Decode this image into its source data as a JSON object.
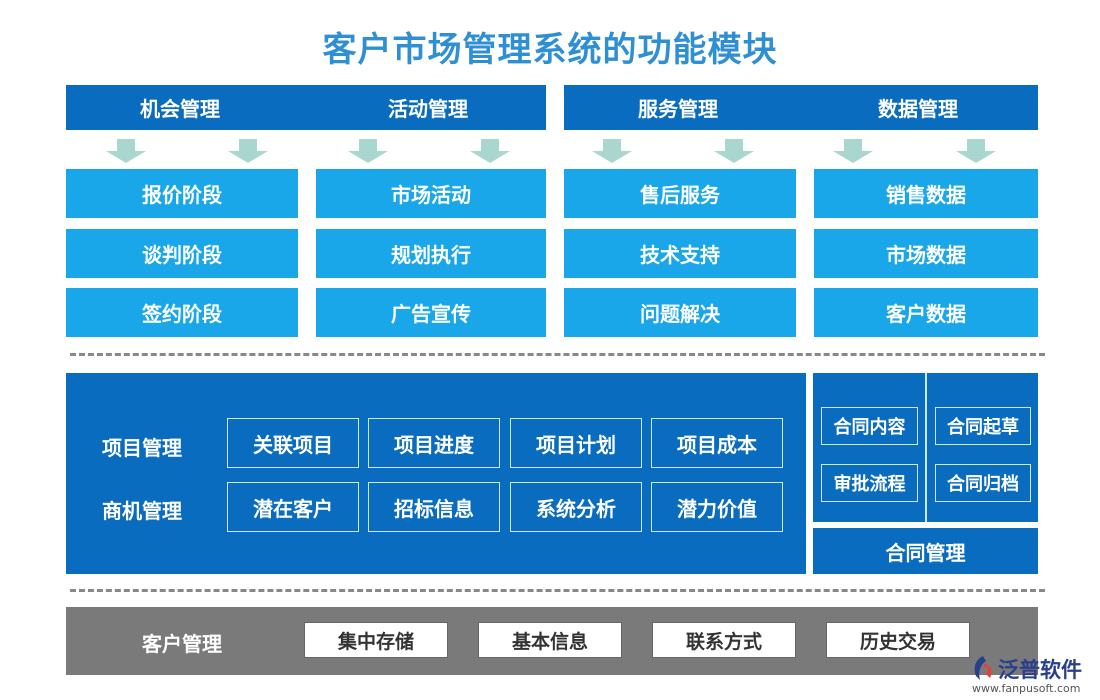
{
  "title": "客户市场管理系统的功能模块",
  "top": {
    "headers": [
      "机会管理",
      "活动管理",
      "服务管理",
      "数据管理"
    ],
    "columns": [
      [
        "报价阶段",
        "谈判阶段",
        "签约阶段"
      ],
      [
        "市场活动",
        "规划执行",
        "广告宣传"
      ],
      [
        "售后服务",
        "技术支持",
        "问题解决"
      ],
      [
        "销售数据",
        "市场数据",
        "客户数据"
      ]
    ]
  },
  "middle": {
    "project_label": "项目管理",
    "project_items": [
      "关联项目",
      "项目进度",
      "项目计划",
      "项目成本"
    ],
    "business_label": "商机管理",
    "business_items": [
      "潜在客户",
      "招标信息",
      "系统分析",
      "潜力价值"
    ],
    "contract_items": [
      "合同内容",
      "合同起草",
      "审批流程",
      "合同归档"
    ],
    "contract_label": "合同管理"
  },
  "bottom": {
    "label": "客户管理",
    "items": [
      "集中存储",
      "基本信息",
      "联系方式",
      "历史交易"
    ]
  },
  "logo": {
    "name": "泛普软件",
    "url": "www.fanpusoft.com"
  },
  "colors": {
    "primary": "#0a6cbf",
    "light": "#1aa7ea",
    "title": "#2f8fd3",
    "gray": "#7a7a7a",
    "arrow": "#a9d6cf"
  }
}
